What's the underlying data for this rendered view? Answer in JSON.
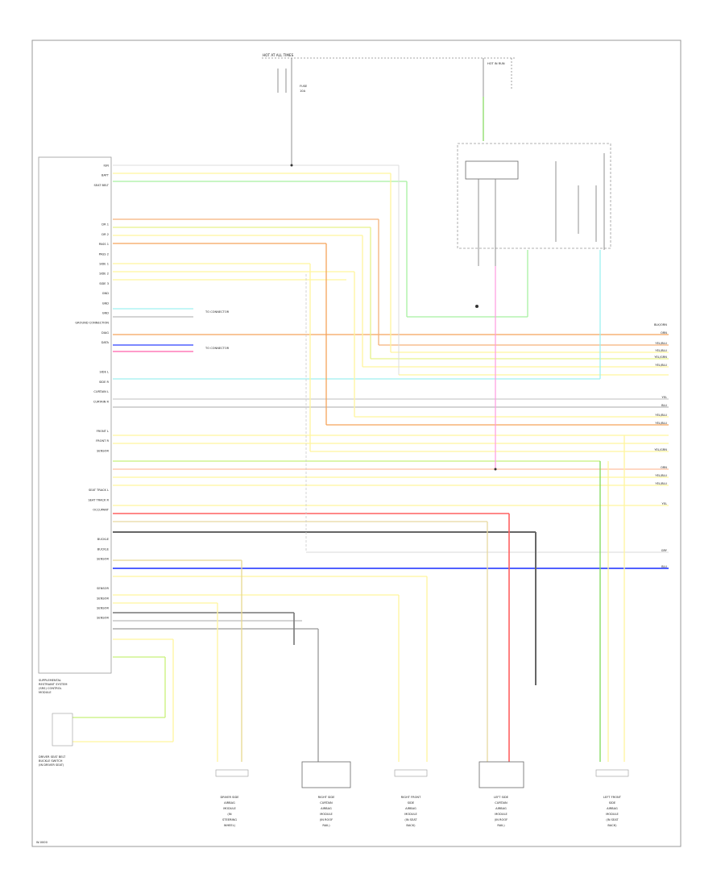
{
  "top_connector": "HOT AT ALL TIMES",
  "module": {
    "label_lines": [
      "SUPPLEMENTAL",
      "RESTRAINT SYSTEM",
      "(SRS) CONTROL",
      "MODULE"
    ]
  },
  "connection_labels": [
    "HOT IN RUN",
    "FUSE",
    "10A",
    "TO CONNECTOR",
    "TO CONNECTOR"
  ],
  "pin_labels": [
    "IGN",
    "BATT",
    "SEAT BELT",
    "",
    "",
    "",
    "DR 1",
    "DR 2",
    "PASS 1",
    "PASS 2",
    "SIDE 1",
    "SIDE 2",
    "SIDE 3",
    "GND",
    "GND",
    "GND",
    "GROUND CONNECTION",
    "DIAG",
    "DATA",
    "",
    "",
    "SIDE L",
    "SIDE R",
    "CURTAIN L",
    "CURTAIN R",
    "",
    "",
    "FRONT L",
    "FRONT R",
    "SENSOR",
    "",
    "",
    "",
    "SEAT TRACK L",
    "SEAT TRACK R",
    "OCCUPANT",
    "",
    "",
    "BUCKLE",
    "BUCKLE",
    "SENSOR",
    "",
    "",
    "SENSOR",
    "SENSOR",
    "SENSOR",
    "SENSOR",
    "",
    ""
  ],
  "wire_colors_right": [
    "BLK/ORN",
    "ORN",
    "YEL/BLU",
    "YEL/BLU",
    "YEL/GRN",
    "YEL/BLU",
    "YEL",
    "BLU",
    "YEL/BLU",
    "YEL/BLU",
    "YEL/GRN",
    "ORN",
    "YEL/BLU",
    "YEL/BLU",
    "YEL",
    "GRY",
    "BLU"
  ],
  "bottom_components": [
    {
      "id": "c1",
      "lines": [
        "DRIVER SIDE",
        "AIRBAG",
        "MODULE",
        "(IN",
        "STEERING",
        "WHEEL)"
      ]
    },
    {
      "id": "c2",
      "lines": [
        "RIGHT SIDE",
        "CURTAIN",
        "AIRBAG",
        "MODULE",
        "(IN ROOF",
        "RAIL)"
      ]
    },
    {
      "id": "c3",
      "lines": [
        "RIGHT FRONT",
        "SIDE",
        "AIRBAG",
        "MODULE",
        "(IN SEAT",
        "BACK)"
      ]
    },
    {
      "id": "c4",
      "lines": [
        "LEFT SIDE",
        "CURTAIN",
        "AIRBAG",
        "MODULE",
        "(IN ROOF",
        "RAIL)"
      ]
    },
    {
      "id": "c5",
      "lines": [
        "LEFT FRONT",
        "SIDE",
        "AIRBAG",
        "MODULE",
        "(IN SEAT",
        "BACK)"
      ]
    }
  ],
  "left_bottom_component": {
    "lines": [
      "DRIVER SEAT BELT",
      "BUCKLE SWITCH",
      "(IN DRIVER SEAT)"
    ]
  },
  "footer": "W-0000"
}
